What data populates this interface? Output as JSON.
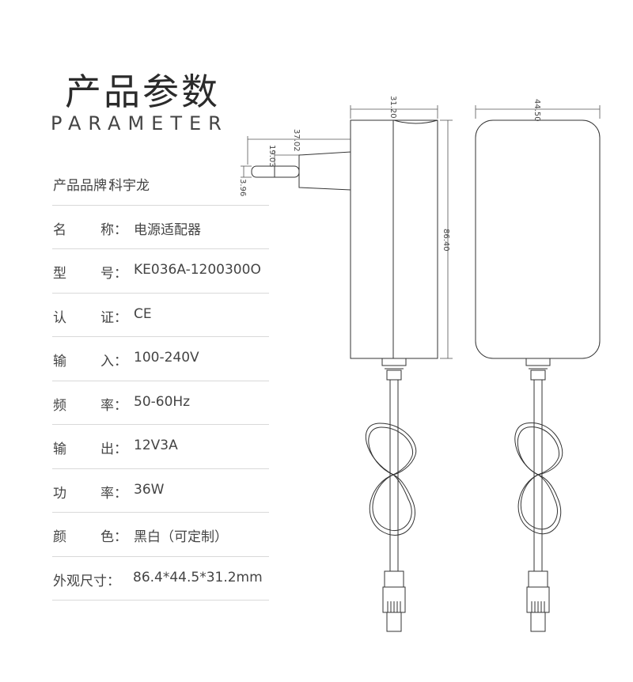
{
  "header": {
    "title": "产品参数",
    "subtitle": "PARAMETER"
  },
  "params": [
    {
      "label": "产品品牌：",
      "label2": "",
      "value": "科宇龙",
      "layout": "full"
    },
    {
      "label": "名",
      "label2": "称：",
      "value": "电源适配器",
      "layout": "split"
    },
    {
      "label": "型",
      "label2": "号：",
      "value": "KE036A-1200300O",
      "layout": "split"
    },
    {
      "label": "认",
      "label2": "证：",
      "value": "CE",
      "layout": "split"
    },
    {
      "label": "输",
      "label2": "入：",
      "value": "100-240V",
      "layout": "split"
    },
    {
      "label": "频",
      "label2": "率：",
      "value": "50-60Hz",
      "layout": "split"
    },
    {
      "label": "输",
      "label2": "出：",
      "value": "12V3A",
      "layout": "split"
    },
    {
      "label": "功",
      "label2": "率：",
      "value": "36W",
      "layout": "split"
    },
    {
      "label": "颜",
      "label2": "色：",
      "value": "黑白（可定制）",
      "layout": "split"
    },
    {
      "label": "外观尺寸：",
      "label2": "",
      "value": "86.4*44.5*31.2mm",
      "layout": "full"
    }
  ],
  "dimensions": {
    "depth": "31.20",
    "width": "44.50",
    "height": "86.40",
    "plug_length": "37.02",
    "plug_pin": "19.03",
    "pin_diameter": "3.96"
  }
}
